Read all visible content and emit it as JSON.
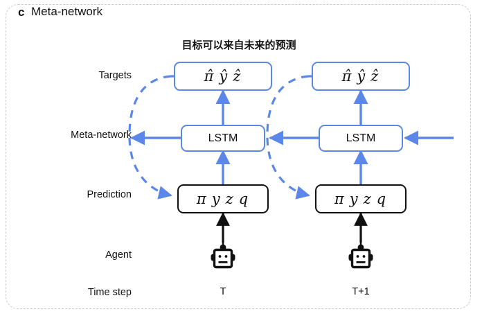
{
  "panel": {
    "letter": "c",
    "title": "Meta-network",
    "annotation_cn": "目标可以来自未来的预测",
    "frame_style": "dashed-rounded",
    "accent_color": "#5b87e8",
    "dark_color": "#111111",
    "frame_color": "#c9c9c9"
  },
  "row_labels": [
    {
      "id": "targets",
      "label": "Targets"
    },
    {
      "id": "meta-network",
      "label": "Meta-network"
    },
    {
      "id": "prediction",
      "label": "Prediction"
    },
    {
      "id": "agent",
      "label": "Agent"
    },
    {
      "id": "time-step",
      "label": "Time step"
    }
  ],
  "columns": [
    {
      "id": "t",
      "time_step": "T",
      "targets_box": {
        "symbols": [
          "π̂",
          "ŷ",
          "ẑ"
        ],
        "border": "#5b87e8"
      },
      "meta_box": {
        "label": "LSTM",
        "border": "#5b87e8"
      },
      "prediction_box": {
        "symbols": [
          "π",
          "y",
          "z",
          "q"
        ],
        "border": "#111111"
      },
      "agent_icon": "robot-icon"
    },
    {
      "id": "t-plus-1",
      "time_step": "T+1",
      "targets_box": {
        "symbols": [
          "π̂",
          "ŷ",
          "ẑ"
        ],
        "border": "#5b87e8"
      },
      "meta_box": {
        "label": "LSTM",
        "border": "#5b87e8"
      },
      "prediction_box": {
        "symbols": [
          "π",
          "y",
          "z",
          "q"
        ],
        "border": "#111111"
      },
      "agent_icon": "robot-icon"
    }
  ],
  "edges": [
    {
      "id": "agent-to-prediction-t",
      "from": "agent-t",
      "to": "prediction-t",
      "style": "solid",
      "color": "#111111",
      "direction": "up"
    },
    {
      "id": "prediction-to-lstm-t",
      "from": "prediction-t",
      "to": "lstm-t",
      "style": "solid",
      "color": "#5b87e8",
      "direction": "up"
    },
    {
      "id": "lstm-to-targets-t",
      "from": "lstm-t",
      "to": "targets-t",
      "style": "solid",
      "color": "#5b87e8",
      "direction": "up"
    },
    {
      "id": "agent-to-prediction-t1",
      "from": "agent-t1",
      "to": "prediction-t1",
      "style": "solid",
      "color": "#111111",
      "direction": "up"
    },
    {
      "id": "prediction-to-lstm-t1",
      "from": "prediction-t1",
      "to": "lstm-t1",
      "style": "solid",
      "color": "#5b87e8",
      "direction": "up"
    },
    {
      "id": "lstm-to-targets-t1",
      "from": "lstm-t1",
      "to": "targets-t1",
      "style": "solid",
      "color": "#5b87e8",
      "direction": "up"
    },
    {
      "id": "lstm-recurrent-t",
      "from": "lstm-t",
      "to": "left-out",
      "style": "solid",
      "color": "#5b87e8",
      "direction": "left"
    },
    {
      "id": "lstm-recurrent-t1",
      "from": "lstm-t1",
      "to": "lstm-t",
      "style": "solid",
      "color": "#5b87e8",
      "direction": "left"
    },
    {
      "id": "lstm-recurrent-in",
      "from": "right-in",
      "to": "lstm-t1",
      "style": "solid",
      "color": "#5b87e8",
      "direction": "left"
    },
    {
      "id": "targets-to-prediction-t",
      "from": "targets-t",
      "to": "prediction-t",
      "style": "dashed",
      "color": "#5b87e8",
      "direction": "curved-down"
    },
    {
      "id": "targets-to-prediction-t1",
      "from": "targets-t1",
      "to": "prediction-t1",
      "style": "dashed",
      "color": "#5b87e8",
      "direction": "curved-down"
    }
  ]
}
